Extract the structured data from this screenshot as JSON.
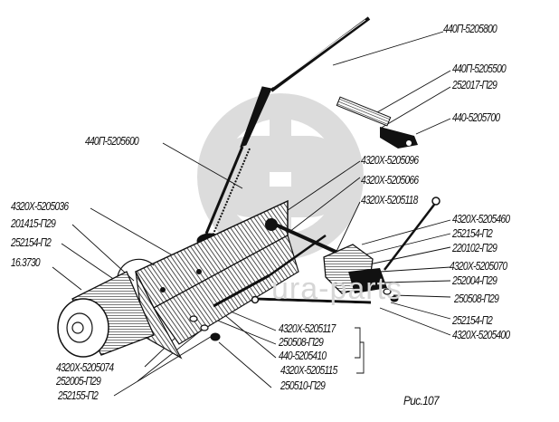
{
  "figure": {
    "caption": "Рис.107",
    "watermark_text": "ura-parts",
    "colors": {
      "ink": "#111111",
      "watermark": "#d9d9d9",
      "background": "#ffffff"
    }
  },
  "labels_right": [
    "440П-5205800",
    "440П-5205500",
    "252017-П29",
    "440-5205700",
    "4320X-5205096",
    "4320X-5205066",
    "4320X-5205118",
    "4320X-5205460",
    "252154-П2",
    "220102-П29",
    "4320X-5205070",
    "252004-П29",
    "250508-П29",
    "252154-П2",
    "4320X-5205400"
  ],
  "labels_left": [
    "440П-5205600",
    "4320X-5205036",
    "201415-П29",
    "252154-П2",
    "16.3730"
  ],
  "labels_bottom_left": [
    "4320X-5205074",
    "252005-П29",
    "252155-П2"
  ],
  "labels_bottom_center": [
    "4320X-5205117",
    "250508-П29",
    "440-5205410",
    "4320X-5205115",
    "250510-П29"
  ]
}
